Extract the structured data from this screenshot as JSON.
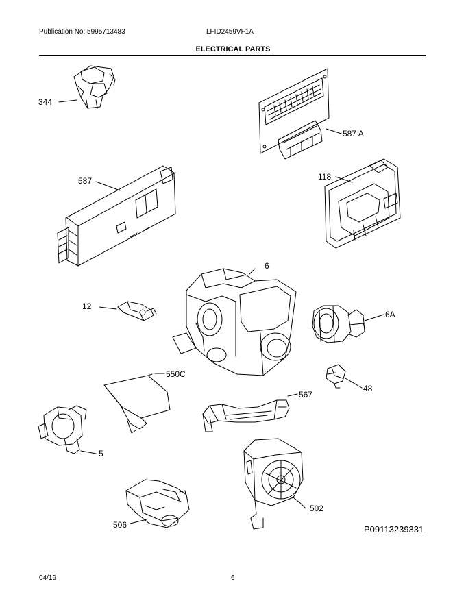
{
  "header": {
    "publication": "Publication No: 5995713483",
    "model": "LFID2459VF1A",
    "title": "ELECTRICAL PARTS"
  },
  "callouts": {
    "c344": "344",
    "c587a": "587 A",
    "c587": "587",
    "c118": "118",
    "c6": "6",
    "c12": "12",
    "c6a": "6A",
    "c550c": "550C",
    "c48": "48",
    "c567": "567",
    "c5": "5",
    "c506": "506",
    "c502": "502"
  },
  "diagram_id": "P09113239331",
  "footer": {
    "date": "04/19",
    "page": "6"
  }
}
